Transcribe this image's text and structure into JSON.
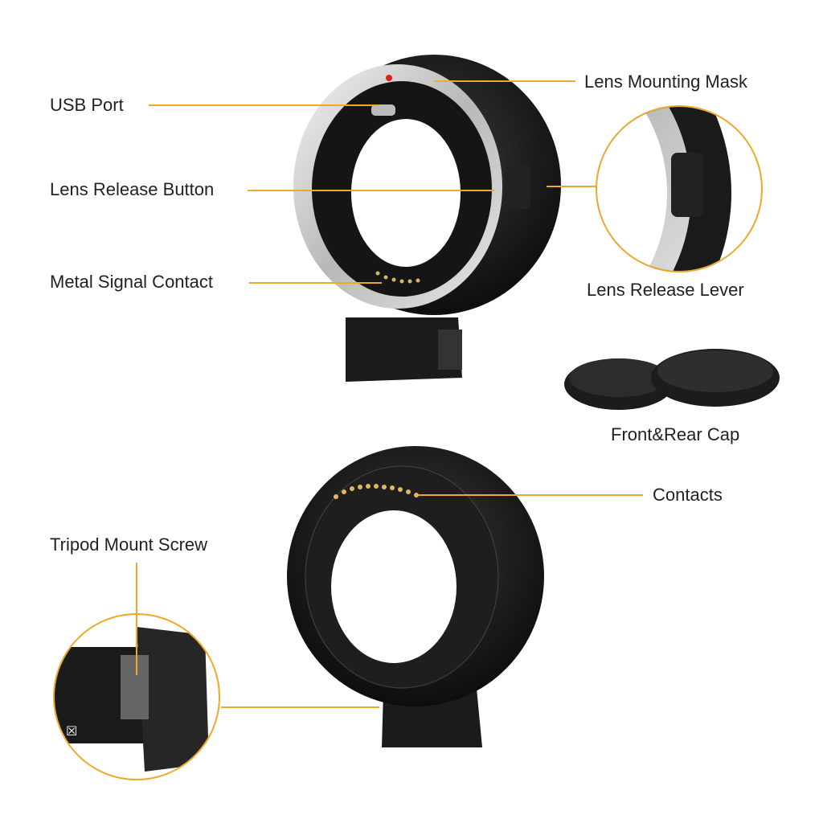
{
  "colors": {
    "leader_line": "#f0a82a",
    "product_body": "#1a1a1a",
    "metal_ring": "#d8d8d8"
  },
  "labels": {
    "usb_port": "USB Port",
    "lens_mounting_mask": "Lens Mounting Mask",
    "lens_release_button": "Lens Release Button",
    "lens_release_lever": "Lens Release Lever",
    "metal_signal_contact": "Metal Signal Contact",
    "front_rear_cap": "Front&Rear Cap",
    "contacts": "Contacts",
    "tripod_mount_screw": "Tripod Mount Screw"
  }
}
